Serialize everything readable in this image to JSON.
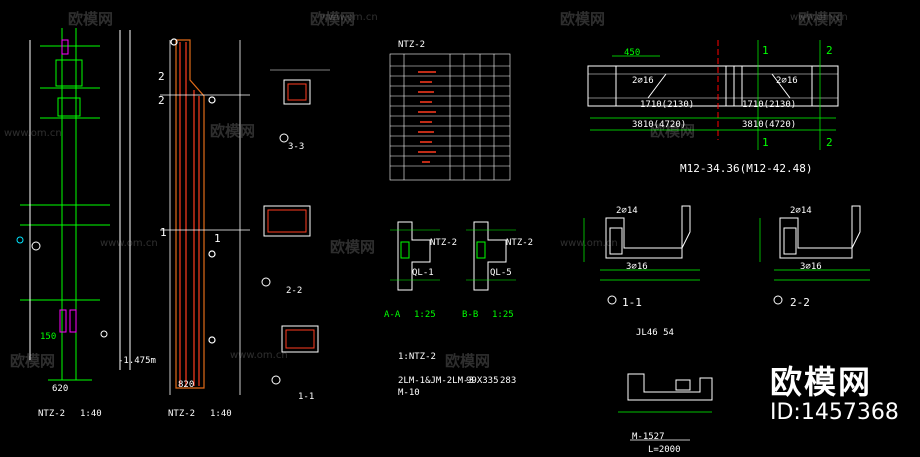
{
  "colors": {
    "background": "#000000",
    "line_white": "#ffffff",
    "line_green": "#00ff00",
    "rebar_red": "#ff3b1f",
    "column_orange": "#e06a18",
    "axis_red": "#ff0000",
    "cyan": "#00e5ff",
    "magenta": "#ff00ff"
  },
  "drawings": {
    "col1_title": "NTZ-2",
    "col1_scale": "1:40",
    "col2_title": "NTZ-2",
    "col2_scale": "1:40",
    "sec_1": "1",
    "sec_2": "2",
    "label_33": "3-3",
    "label_22": "2-2",
    "label_11": "1-1",
    "table_title": "NTZ-2",
    "sec_aa": "A-A",
    "sec_aa_scale": "1:25",
    "sec_bb": "B-B",
    "sec_bb_scale": "1:25",
    "label_ntz2": "NTZ-2",
    "label_ql1": "QL-1",
    "label_ql5": "QL-5",
    "beam_note": "M12-34.36(M12-42.48)",
    "dim_450": "450",
    "dim_2216": "2∅16",
    "dim_1710": "1710(2130)",
    "dim_3810": "3810(4720)",
    "beam_sec_11": "1-1",
    "beam_sec_22": "2-2",
    "beam_mark_1": "1",
    "beam_mark_2": "2",
    "rebar_2114": "2∅14",
    "rebar_3116": "3∅16",
    "m1527": "M-1527",
    "l2000": "L=2000",
    "gray_note": "JL46 54",
    "list_title": "1:NTZ-2",
    "list_line": "2LM-1&JM-2LM-3",
    "list_line2": "M-10",
    "list_val": "99X335",
    "list_val2": "283",
    "dim_820": "820",
    "dim_620": "620",
    "dim_150": "150",
    "dim_1475": "-1.475m"
  },
  "watermark": {
    "brand": "欧模网",
    "url": "www.om.cn",
    "stamp_brand": "欧模网",
    "stamp_id": "ID:1457368"
  }
}
